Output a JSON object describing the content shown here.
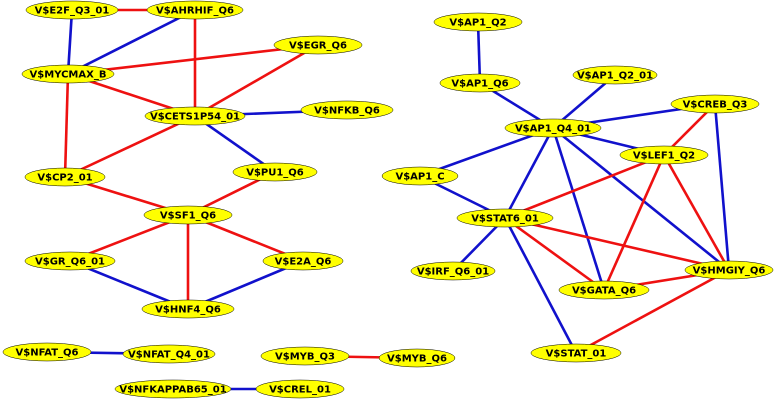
{
  "colors": {
    "node_fill": "#ffff00",
    "node_stroke": "#000000",
    "edge_red": "#ee1111",
    "edge_blue": "#1111cc"
  },
  "nodes": [
    {
      "id": "E2F_Q3_01",
      "label": "V$E2F_Q3_01"
    },
    {
      "id": "AHRHIF_Q6",
      "label": "V$AHRHIF_Q6"
    },
    {
      "id": "EGR_Q6",
      "label": "V$EGR_Q6"
    },
    {
      "id": "MYCMAX_B",
      "label": "V$MYCMAX_B"
    },
    {
      "id": "CETS1P54_01",
      "label": "V$CETS1P54_01"
    },
    {
      "id": "NFKB_Q6",
      "label": "V$NFKB_Q6"
    },
    {
      "id": "CP2_01",
      "label": "V$CP2_01"
    },
    {
      "id": "PU1_Q6",
      "label": "V$PU1_Q6"
    },
    {
      "id": "SF1_Q6",
      "label": "V$SF1_Q6"
    },
    {
      "id": "GR_Q6_01",
      "label": "V$GR_Q6_01"
    },
    {
      "id": "E2A_Q6",
      "label": "V$E2A_Q6"
    },
    {
      "id": "HNF4_Q6",
      "label": "V$HNF4_Q6"
    },
    {
      "id": "NFAT_Q6",
      "label": "V$NFAT_Q6"
    },
    {
      "id": "NFAT_Q4_01",
      "label": "V$NFAT_Q4_01"
    },
    {
      "id": "MYB_Q3",
      "label": "V$MYB_Q3"
    },
    {
      "id": "MYB_Q6",
      "label": "V$MYB_Q6"
    },
    {
      "id": "NFKAPPAB65_01",
      "label": "V$NFKAPPAB65_01"
    },
    {
      "id": "CREL_01",
      "label": "V$CREL_01"
    },
    {
      "id": "AP1_Q2",
      "label": "V$AP1_Q2"
    },
    {
      "id": "AP1_Q6",
      "label": "V$AP1_Q6"
    },
    {
      "id": "AP1_Q2_01",
      "label": "V$AP1_Q2_01"
    },
    {
      "id": "CREB_Q3",
      "label": "V$CREB_Q3"
    },
    {
      "id": "AP1_Q4_01",
      "label": "V$AP1_Q4_01"
    },
    {
      "id": "LEF1_Q2",
      "label": "V$LEF1_Q2"
    },
    {
      "id": "AP1_C",
      "label": "V$AP1_C"
    },
    {
      "id": "STAT6_01",
      "label": "V$STAT6_01"
    },
    {
      "id": "IRF_Q6_01",
      "label": "V$IRF_Q6_01"
    },
    {
      "id": "HMGIY_Q6",
      "label": "V$HMGIY_Q6"
    },
    {
      "id": "GATA_Q6",
      "label": "V$GATA_Q6"
    },
    {
      "id": "STAT_01",
      "label": "V$STAT_01"
    }
  ],
  "edges": [
    {
      "from": "E2F_Q3_01",
      "to": "AHRHIF_Q6",
      "color": "red"
    },
    {
      "from": "E2F_Q3_01",
      "to": "MYCMAX_B",
      "color": "blue"
    },
    {
      "from": "AHRHIF_Q6",
      "to": "MYCMAX_B",
      "color": "blue"
    },
    {
      "from": "AHRHIF_Q6",
      "to": "CETS1P54_01",
      "color": "red"
    },
    {
      "from": "EGR_Q6",
      "to": "MYCMAX_B",
      "color": "red"
    },
    {
      "from": "EGR_Q6",
      "to": "CETS1P54_01",
      "color": "red"
    },
    {
      "from": "MYCMAX_B",
      "to": "CETS1P54_01",
      "color": "red"
    },
    {
      "from": "MYCMAX_B",
      "to": "CP2_01",
      "color": "red"
    },
    {
      "from": "CETS1P54_01",
      "to": "NFKB_Q6",
      "color": "blue"
    },
    {
      "from": "CETS1P54_01",
      "to": "CP2_01",
      "color": "red"
    },
    {
      "from": "CETS1P54_01",
      "to": "PU1_Q6",
      "color": "blue"
    },
    {
      "from": "CP2_01",
      "to": "SF1_Q6",
      "color": "red"
    },
    {
      "from": "PU1_Q6",
      "to": "SF1_Q6",
      "color": "red"
    },
    {
      "from": "SF1_Q6",
      "to": "GR_Q6_01",
      "color": "red"
    },
    {
      "from": "SF1_Q6",
      "to": "E2A_Q6",
      "color": "red"
    },
    {
      "from": "SF1_Q6",
      "to": "HNF4_Q6",
      "color": "red"
    },
    {
      "from": "GR_Q6_01",
      "to": "HNF4_Q6",
      "color": "blue"
    },
    {
      "from": "E2A_Q6",
      "to": "HNF4_Q6",
      "color": "blue"
    },
    {
      "from": "NFAT_Q6",
      "to": "NFAT_Q4_01",
      "color": "blue"
    },
    {
      "from": "MYB_Q3",
      "to": "MYB_Q6",
      "color": "red"
    },
    {
      "from": "NFKAPPAB65_01",
      "to": "CREL_01",
      "color": "blue"
    },
    {
      "from": "AP1_Q2",
      "to": "AP1_Q6",
      "color": "blue"
    },
    {
      "from": "AP1_Q6",
      "to": "AP1_Q4_01",
      "color": "blue"
    },
    {
      "from": "AP1_Q2_01",
      "to": "AP1_Q4_01",
      "color": "blue"
    },
    {
      "from": "AP1_Q4_01",
      "to": "CREB_Q3",
      "color": "blue"
    },
    {
      "from": "AP1_Q4_01",
      "to": "LEF1_Q2",
      "color": "blue"
    },
    {
      "from": "AP1_Q4_01",
      "to": "AP1_C",
      "color": "blue"
    },
    {
      "from": "AP1_Q4_01",
      "to": "STAT6_01",
      "color": "blue"
    },
    {
      "from": "AP1_Q4_01",
      "to": "GATA_Q6",
      "color": "blue"
    },
    {
      "from": "AP1_Q4_01",
      "to": "HMGIY_Q6",
      "color": "blue"
    },
    {
      "from": "CREB_Q3",
      "to": "LEF1_Q2",
      "color": "red"
    },
    {
      "from": "CREB_Q3",
      "to": "HMGIY_Q6",
      "color": "blue"
    },
    {
      "from": "LEF1_Q2",
      "to": "STAT6_01",
      "color": "red"
    },
    {
      "from": "LEF1_Q2",
      "to": "GATA_Q6",
      "color": "red"
    },
    {
      "from": "LEF1_Q2",
      "to": "HMGIY_Q6",
      "color": "red"
    },
    {
      "from": "AP1_C",
      "to": "STAT6_01",
      "color": "blue"
    },
    {
      "from": "STAT6_01",
      "to": "IRF_Q6_01",
      "color": "blue"
    },
    {
      "from": "STAT6_01",
      "to": "GATA_Q6",
      "color": "red"
    },
    {
      "from": "STAT6_01",
      "to": "HMGIY_Q6",
      "color": "red"
    },
    {
      "from": "STAT6_01",
      "to": "STAT_01",
      "color": "blue"
    },
    {
      "from": "GATA_Q6",
      "to": "HMGIY_Q6",
      "color": "red"
    },
    {
      "from": "HMGIY_Q6",
      "to": "STAT_01",
      "color": "red"
    }
  ]
}
